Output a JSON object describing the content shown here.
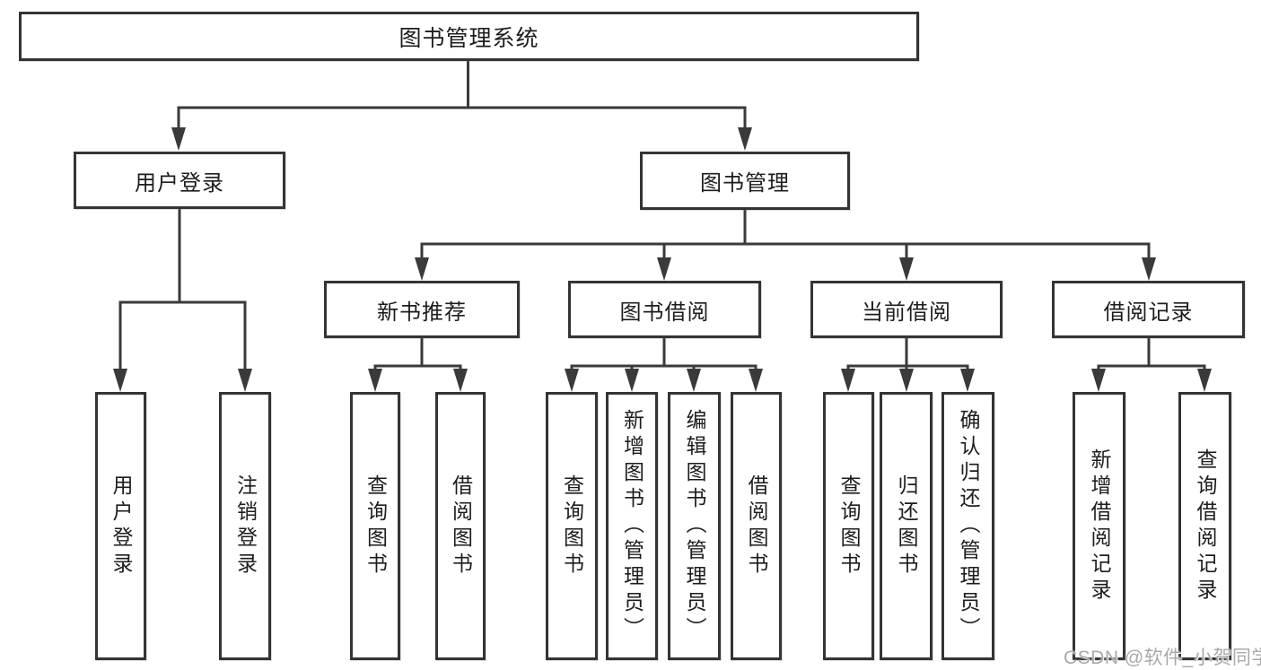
{
  "nodes": {
    "root": "图书管理系统",
    "user_login": "用户登录",
    "book_management": "图书管理",
    "new_book_recommend": "新书推荐",
    "book_borrowing": "图书借阅",
    "current_borrowing": "当前借阅",
    "borrowing_records": "借阅记录",
    "leaf_user_login": "用户登录",
    "leaf_logout": "注销登录",
    "leaf_nb_query_books": "查询图书",
    "leaf_nb_borrow_books": "借阅图书",
    "leaf_bb_query_books": "查询图书",
    "leaf_bb_add_books_admin": "新增图书（管理员）",
    "leaf_bb_edit_books_admin": "编辑图书（管理员）",
    "leaf_bb_borrow_books": "借阅图书",
    "leaf_cb_query_books": "查询图书",
    "leaf_cb_return_books": "归还图书",
    "leaf_cb_confirm_return_admin": "确认归还（管理员）",
    "leaf_br_add_record": "新增借阅记录",
    "leaf_br_query_record": "查询借阅记录"
  },
  "watermark": "CSDN @软件_小贺同学",
  "colors": {
    "line": "#3a3a3a",
    "box_border": "#343434",
    "text": "#1d1d1d",
    "watermark": "#a9a9a9",
    "background": "#ffffff"
  }
}
